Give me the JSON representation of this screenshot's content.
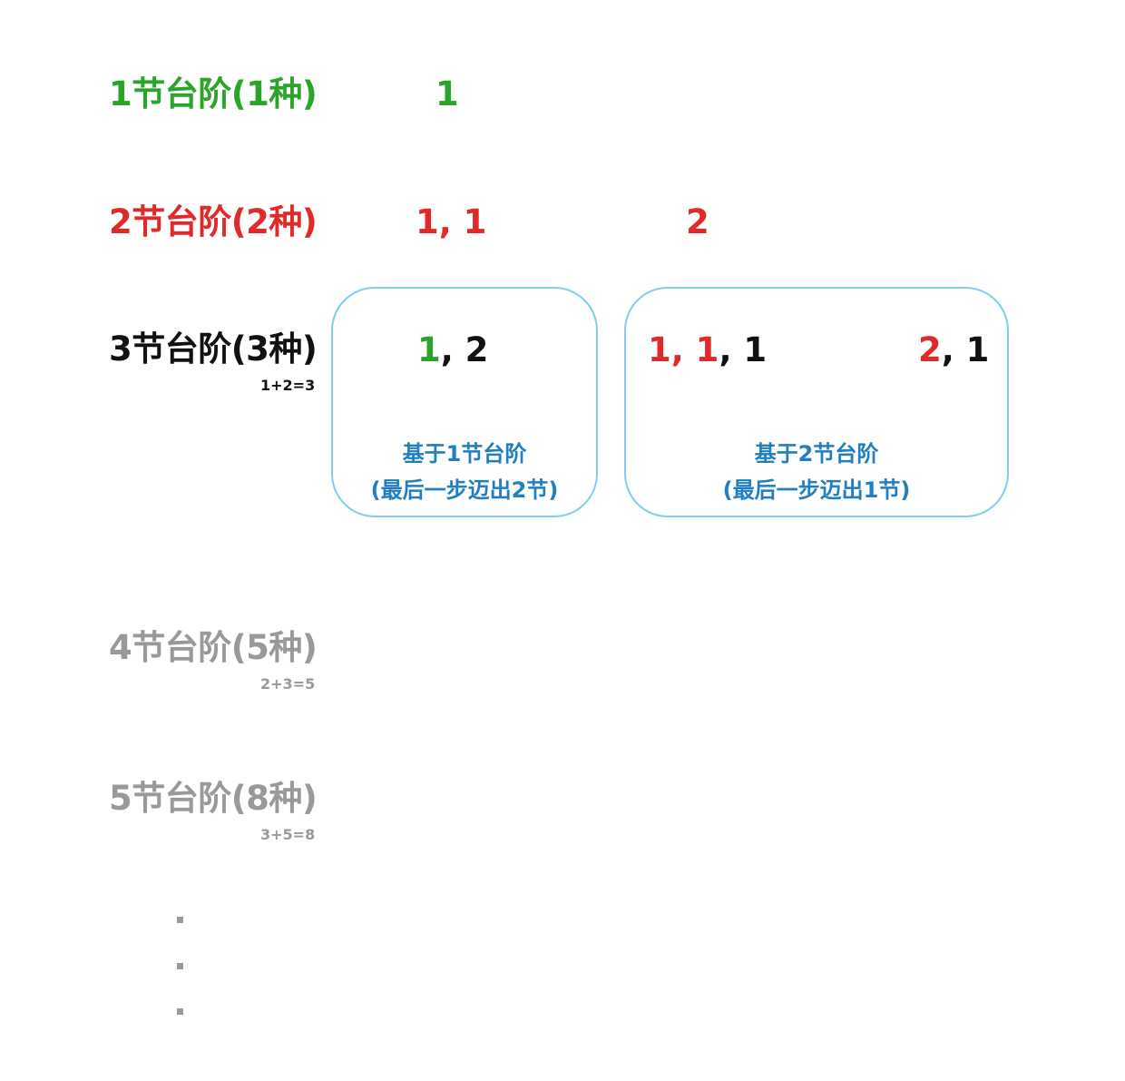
{
  "colors": {
    "green": "#2aa52a",
    "red": "#e02a2a",
    "black": "#111111",
    "gray": "#999999",
    "blue": "#1f7fc1",
    "box_border": "#7fcdf0"
  },
  "rows": [
    {
      "label": "1节台阶(1种)",
      "color": "green"
    },
    {
      "label": "2节台阶(2种)",
      "color": "red"
    },
    {
      "label": "3节台阶(3种)",
      "color": "black",
      "formula": "1+2=3"
    },
    {
      "label": "4节台阶(5种)",
      "color": "gray",
      "formula": "2+3=5"
    },
    {
      "label": "5节台阶(8种)",
      "color": "gray",
      "formula": "3+5=8"
    }
  ],
  "row1": {
    "seq1": "1"
  },
  "row2": {
    "seq1": "1, 1",
    "seq2": "2"
  },
  "row3": {
    "box1": {
      "seq": [
        {
          "t": "1",
          "color": "green"
        },
        {
          "t": ", 2",
          "color": "black"
        }
      ],
      "caption_line1": "基于1节台阶",
      "caption_line2": "(最后一步迈出2节)"
    },
    "box2": {
      "seq_a": [
        {
          "t": "1, 1",
          "color": "red"
        },
        {
          "t": ", 1",
          "color": "black"
        }
      ],
      "seq_b": [
        {
          "t": "2",
          "color": "red"
        },
        {
          "t": ", 1",
          "color": "black"
        }
      ],
      "caption_line1": "基于2节台阶",
      "caption_line2": "(最后一步迈出1节)"
    }
  }
}
